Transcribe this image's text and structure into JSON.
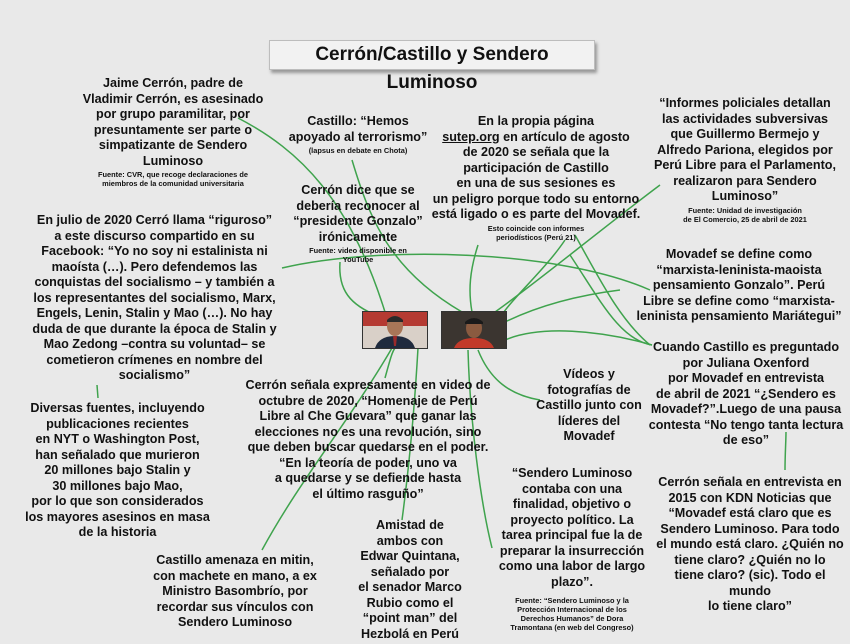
{
  "title": "Cerrón/Castillo y Sendero Luminoso",
  "colors": {
    "background": "#e9e9e9",
    "connector": "#3fa34d"
  },
  "photos": [
    {
      "name": "Vladimir Cerrón photo"
    },
    {
      "name": "Pedro Castillo photo"
    }
  ],
  "nodes": {
    "jaime_cerron": {
      "text": "Jaime Cerrón, padre de\nVladimir Cerrón, es asesinado\npor grupo paramilitar, por\npresuntamente ser parte o\nsimpatizante de Sendero\nLuminoso",
      "source": "Fuente: CVR, que recoge declaraciones de\nmiembros de la comunidad universitaria"
    },
    "castillo_hemos": {
      "text": "Castillo: “Hemos\napoyado al terrorismo”",
      "source": "(lapsus en debate en Chota)"
    },
    "sutep": {
      "text_before_link": "En la propia página",
      "link": "sutep.org",
      "text": "en artículo de agosto\nde 2020 se señala que la\nparticipación de Castillo\nen una de sus sesiones es\nun peligro porque todo su entorno\nestá ligado o es parte del Movadef.",
      "source": "Esto coincide con informes\nperiodísticos (Perú 21)"
    },
    "informes": {
      "text": "“Informes policiales detallan\nlas actividades subversivas\nque Guillermo Bermejo y\nAlfredo Pariona, elegidos por\nPerú Libre para el Parlamento,\nrealizaron para Sendero\nLuminoso”",
      "source": "Fuente: Unidad de investigación\nde El Comercio, 25 de abril de 2021"
    },
    "gonzalo": {
      "text": "Cerrón dice que se\ndebería reconocer al\n“presidente Gonzalo”\nirónicamente",
      "source": "Fuente: video disponible en\nYouTube"
    },
    "riguroso": {
      "text": "En julio de 2020 Cerró llama “riguroso”\na este discurso compartido en su\nFacebook: “Yo no soy ni estalinista ni\nmaoísta (…). Pero defendemos las\nconquistas del socialismo – y también a\nlos representantes del socialismo, Marx,\nEngels, Lenin, Stalin y Mao (…). No hay\nduda de que durante la época de Stalin y\nMao Zedong –contra su voluntad– se\ncometieron crímenes en nombre del\nsocialismo”"
    },
    "movadef_def": {
      "text": "Movadef se define como\n“marxista-leninista-maoista\npensamiento Gonzalo”. Perú\nLibre se define como “marxista-\nleninista pensamiento Mariátegui”"
    },
    "oxenford": {
      "text": "Cuando Castillo es preguntado\npor Juliana Oxenford\npor Movadef en entrevista\nde abril de 2021 “¿Sendero es\nMovadef?”.Luego de una pausa\ncontesta “No tengo tanta lectura\nde eso”"
    },
    "videos": {
      "text": "Vídeos y\nfotografías de\nCastillo junto con\nlíderes del\nMovadef"
    },
    "che": {
      "text": "Cerrón señala expresamente en video de\noctubre  de 2020, “Homenaje de Perú\nLibre al Che Guevara” que ganar las\nelecciones no es una  revolución, sino\nque deben buscar quedarse  en el poder.\n“En la teoría de poder, uno va\na quedarse y se defiende hasta\nel último rasguño”"
    },
    "diversas": {
      "text": "Diversas fuentes, incluyendo\npublicaciones recientes\nen NYT o Washington Post,\nhan señalado que murieron\n20 millones bajo Stalin y\n30 millones bajo Mao,\npor lo que son considerados\nlos mayores asesinos en masa\nde la historia"
    },
    "sl_finalidad": {
      "text": "“Sendero Luminoso\ncontaba con una\nfinalidad, objetivo o\nproyecto político. La\ntarea principal fue la de\npreparar la insurrección\ncomo una labor de largo\nplazo”.",
      "source": "Fuente: “Sendero Luminoso y la\nProtección Internacional de los\nDerechos Humanos” de Dora\nTramontana (en web del Congreso)"
    },
    "kdn": {
      "text": "Cerrón señala en entrevista en\n2015 con KDN Noticias que\n“Movadef está claro que es\nSendero Luminoso. Para todo\nel mundo está claro. ¿Quién no\ntiene claro? ¿Quién no lo\ntiene claro? (sic). Todo el mundo\nlo tiene claro”"
    },
    "amistad": {
      "text": "Amistad de\nambos con\nEdwar Quintana,\nseñalado por\nel senador Marco\nRubio como el\n“point man” del\nHezbolá en Perú"
    },
    "machete": {
      "text": "Castillo amenaza en mitin,\ncon machete en mano, a ex\nMinistro Basombrío, por\nrecordar sus vínculos con\nSendero Luminoso"
    }
  }
}
